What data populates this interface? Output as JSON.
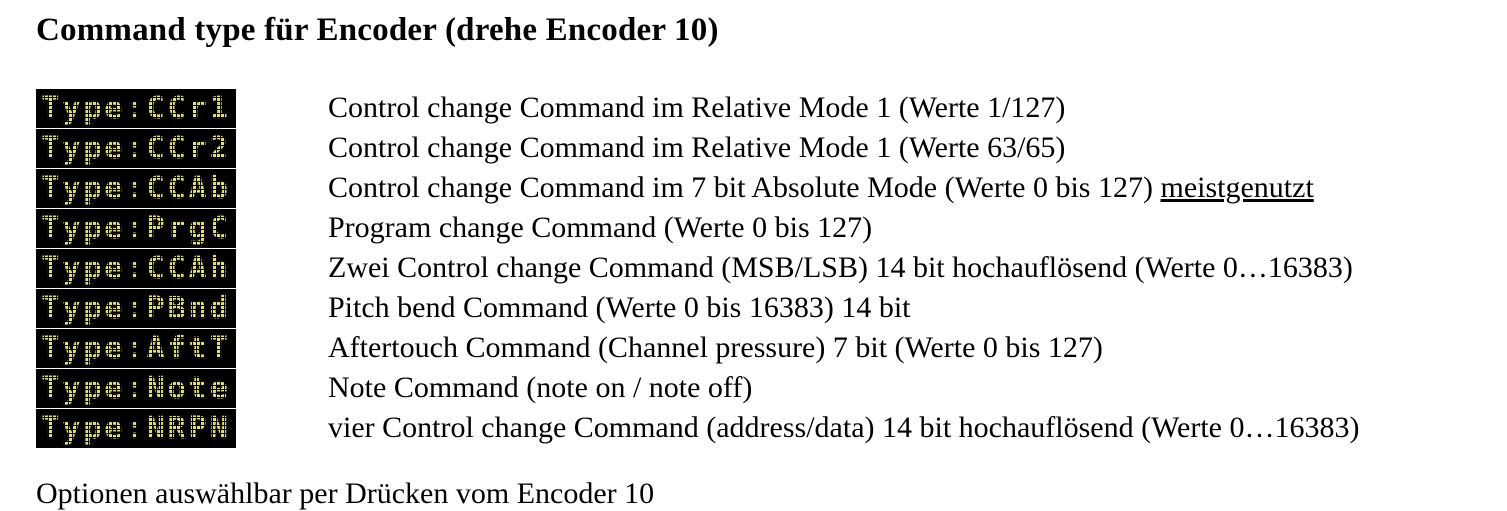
{
  "header": {
    "title": "Command type für Encoder (drehe Encoder 10)"
  },
  "colors": {
    "background": "#ffffff",
    "text": "#000000",
    "lcd_background": "#000000",
    "lcd_text": "#e8e44a"
  },
  "rows": [
    {
      "lcd": "Type:CCr1",
      "desc": "Control change Command im Relative Mode 1 (Werte 1/127)",
      "underline": ""
    },
    {
      "lcd": "Type:CCr2",
      "desc": "Control change Command im Relative Mode 1 (Werte 63/65)",
      "underline": ""
    },
    {
      "lcd": "Type:CCAb",
      "desc": "Control change Command im 7 bit Absolute Mode (Werte 0 bis 127) ",
      "underline": "meistgenutzt"
    },
    {
      "lcd": "Type:PrgC",
      "desc": "Program change Command (Werte 0 bis 127)",
      "underline": ""
    },
    {
      "lcd": "Type:CCAh",
      "desc": "Zwei Control change Command (MSB/LSB) 14 bit hochauflösend (Werte 0…16383)",
      "underline": ""
    },
    {
      "lcd": "Type:PBnd",
      "desc": "Pitch bend Command (Werte 0 bis 16383) 14 bit",
      "underline": ""
    },
    {
      "lcd": "Type:AftT",
      "desc": "Aftertouch Command (Channel pressure) 7 bit (Werte 0 bis 127)",
      "underline": ""
    },
    {
      "lcd": "Type:Note",
      "desc": "Note Command (note on / note off)",
      "underline": ""
    },
    {
      "lcd": "Type:NRPN",
      "desc": "vier Control change Command (address/data) 14 bit hochauflösend (Werte 0…16383)",
      "underline": ""
    }
  ],
  "footer": {
    "partial_text": "Optionen auswählbar per Drücken vom Encoder 10"
  }
}
